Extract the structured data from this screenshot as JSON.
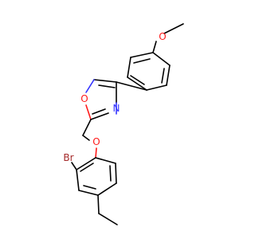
{
  "colors": {
    "background": "#ffffff",
    "carbon_bond": "#000000",
    "oxygen": "#ff1a1a",
    "nitrogen": "#3333ff",
    "bromine": "#a52a2a"
  },
  "atoms": {
    "methoxy_o": "O",
    "ring_o": "O",
    "ring_n": "N",
    "ether_o": "O",
    "bromine": "Br"
  }
}
